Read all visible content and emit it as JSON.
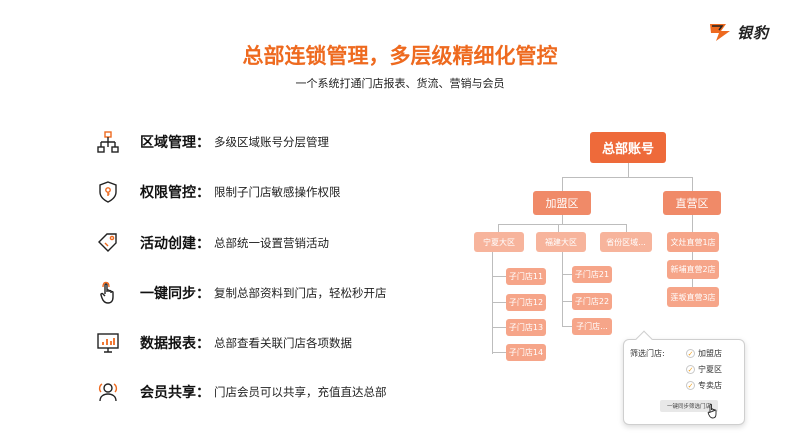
{
  "brand": {
    "name": "银豹"
  },
  "header": {
    "title": "总部连锁管理，多层级精细化管控",
    "subtitle": "一个系统打通门店报表、货流、营销与会员"
  },
  "features": [
    {
      "icon": "org-chart-icon",
      "name": "区域管理：",
      "desc": "多级区域账号分层管理"
    },
    {
      "icon": "shield-key-icon",
      "name": "权限管控：",
      "desc": "限制子门店敏感操作权限"
    },
    {
      "icon": "tag-icon",
      "name": "活动创建：",
      "desc": "总部统一设置营销活动"
    },
    {
      "icon": "hand-pointer-icon",
      "name": "一键同步：",
      "desc": "复制总部资料到门店，轻松秒开店"
    },
    {
      "icon": "monitor-chart-icon",
      "name": "数据报表：",
      "desc": "总部查看关联门店各项数据"
    },
    {
      "icon": "members-icon",
      "name": "会员共享：",
      "desc": "门店会员可以共享，充值直达总部"
    }
  ],
  "tree": {
    "root": "总部账号",
    "franchise": "加盟区",
    "direct": "直营区",
    "regions": [
      "宁夏大区",
      "福建大区",
      "省份区域..."
    ],
    "direct_stores": [
      "文灶直营1店",
      "新埔直营2店",
      "莲坂直营3店"
    ],
    "ningxia_stores": [
      "子门店11",
      "子门店12",
      "子门店13",
      "子门店14"
    ],
    "fujian_stores": [
      "子门店21",
      "子门店22",
      "子门店..."
    ]
  },
  "popup": {
    "label": "筛选门店:",
    "options": [
      "加盟店",
      "宁夏区",
      "专卖店"
    ],
    "sync_button": "一键同步筛选门店"
  },
  "colors": {
    "accent": "#ee6a1f",
    "root": "#ee6a3a",
    "level1": "#f08a68",
    "level2": "#f7b49c"
  }
}
